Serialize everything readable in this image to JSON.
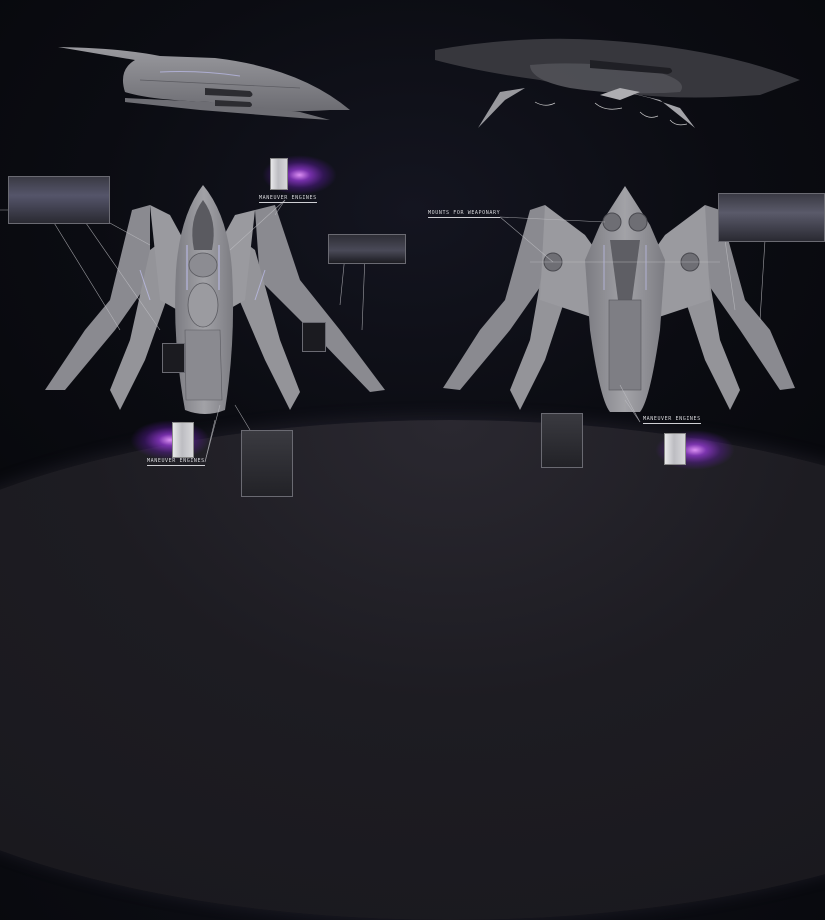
{
  "artwork": {
    "subject": "spaceship concept design sheet",
    "views": [
      "side-view",
      "underside-perspective-view",
      "top-view",
      "bottom-view"
    ]
  },
  "annotations": {
    "top_view_engines_upper": "MANEUVER ENGINES",
    "top_view_engines_lower": "MANEUVER ENGINES",
    "bottom_view_mounts": "MOUNTS FOR WEAPONARY",
    "bottom_view_engines": "MANEUVER ENGINES"
  },
  "colors": {
    "background": "#0b0c12",
    "hull": "#8e8e94",
    "hull_light": "#a9a9ae",
    "panel_line": "#5a5a60",
    "accent_light": "#c8c8ff",
    "engine_glow": "#a040e6",
    "callout_line": "#bfbfc4"
  }
}
